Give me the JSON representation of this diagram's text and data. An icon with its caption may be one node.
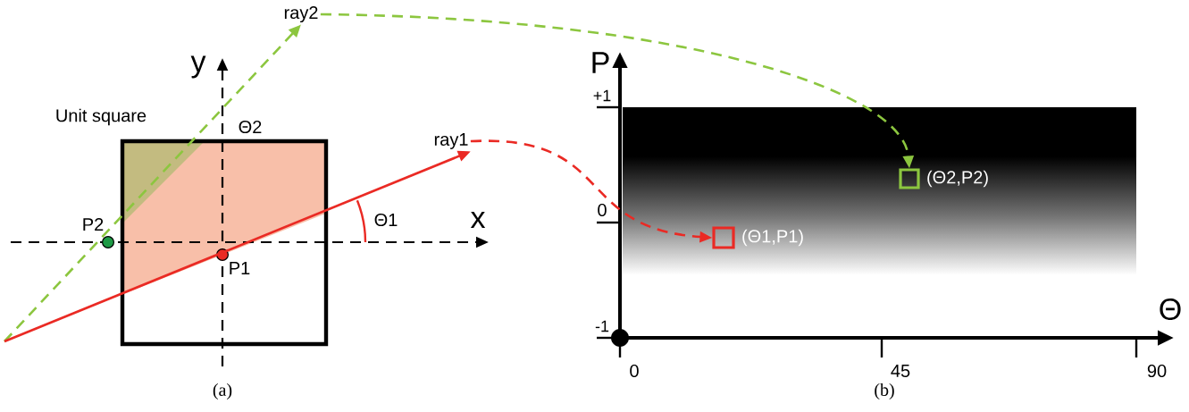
{
  "diagram": {
    "nodes": [
      {
        "text": [
          "ray1"
        ]
      },
      {
        "text": [
          "ray2"
        ]
      },
      {
        "text": [],
        "shape": "box",
        "beside": [
          "(Θ1,P1)"
        ]
      },
      {
        "text": [],
        "shape": "box",
        "beside": [
          "(Θ2,P2)"
        ]
      }
    ],
    "edges": [
      {
        "from": 0,
        "to": 2,
        "arrow": "to",
        "style": "dashed",
        "color": "#ea2a24"
      },
      {
        "from": 1,
        "to": 3,
        "arrow": "to",
        "style": "dashed",
        "color": "#8cc63f"
      },
      {
        "from": null,
        "to": 1,
        "arrow": "to",
        "style": "dashed",
        "color": "#8cc63f"
      },
      {
        "from": null,
        "to": 0,
        "arrow": "to",
        "color": "#ea2a24"
      }
    ],
    "labels": [
      "y",
      "Unit square",
      "Θ2",
      "P",
      "+1",
      "P2",
      "Θ1",
      "x",
      "P1",
      "0",
      "Θ",
      "-1",
      "0",
      "45",
      "90",
      "(a)",
      "(b)"
    ]
  }
}
